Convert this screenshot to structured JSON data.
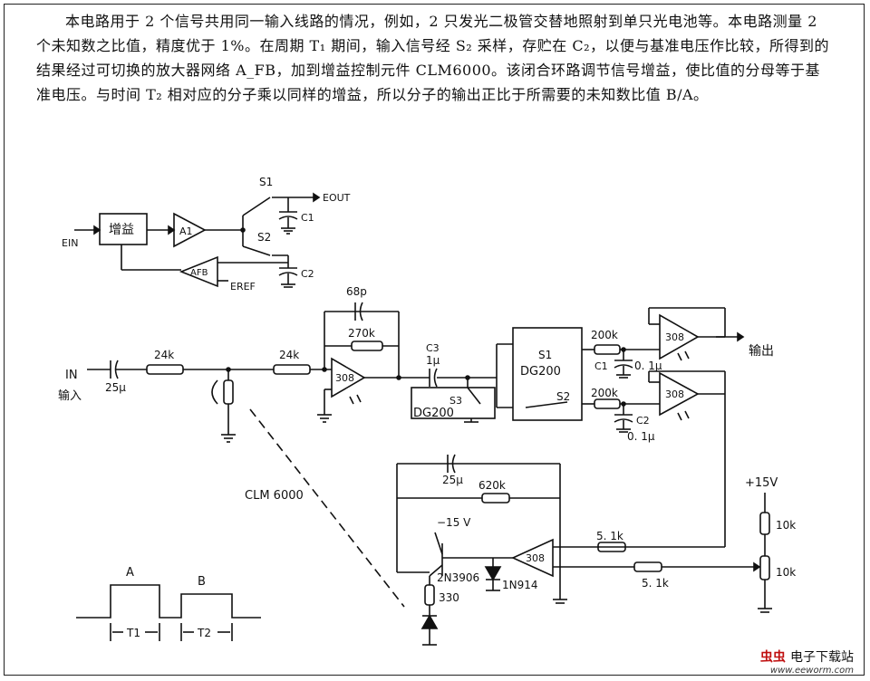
{
  "description": {
    "text": "本电路用于 2 个信号共用同一输入线路的情况，例如，2 只发光二极管交替地照射到单只光电池等。本电路测量 2 个未知数之比值，精度优于 1%。在周期 T₁ 期间，输入信号经 S₂ 采样，存贮在 C₂，以便与基准电压作比较，所得到的结果经过可切换的放大器网络 A_FB，加到增益控制元件 CLM6000。该闭合环路调节信号增益，使比值的分母等于基准电压。与时间 T₂ 相对应的分子乘以同样的增益，所以分子的输出正比于所需要的未知数比值 B/A。"
  },
  "block_diagram": {
    "ein": "EIN",
    "gain_block": "增益",
    "amp_a1": "A1",
    "amp_afb": "AFB",
    "s1": "S1",
    "s2": "S2",
    "eout": "EOUT",
    "c1": "C1",
    "c2": "C2",
    "eref": "EREF"
  },
  "schematic": {
    "input_label_in": "IN",
    "input_label_cn": "输入",
    "cap_in": "25μ",
    "r_24k_a": "24k",
    "r_24k_b": "24k",
    "cap_68p": "68p",
    "r_270k": "270k",
    "opamp_308": "308",
    "c3": "C3",
    "c3_val": "1μ",
    "dg200_label": "DG200",
    "s3": "S3",
    "sw_s1": "S1",
    "sw_s2": "S2",
    "r_200k_a": "200k",
    "r_200k_b": "200k",
    "c1": "C1",
    "c1_val": "0. 1μ",
    "c2": "C2",
    "c2_val": "0. 1μ",
    "output_label": "输出",
    "clm": "CLM 6000",
    "cap_25u": "25μ",
    "r_620k": "620k",
    "neg15": "−15 V",
    "pos15": "+15V",
    "r_51k_a": "5. 1k",
    "r_51k_b": "5. 1k",
    "r_10k_a": "10k",
    "r_10k_b": "10k",
    "transistor": "2N3906",
    "diode": "1N914",
    "r_330": "330"
  },
  "timing": {
    "pulse_a": "A",
    "pulse_b": "B",
    "t1": "T1",
    "t2": "T2"
  },
  "watermark": {
    "brand": "虫虫",
    "name": "电子下载站",
    "url": "www.eeworm.com"
  }
}
